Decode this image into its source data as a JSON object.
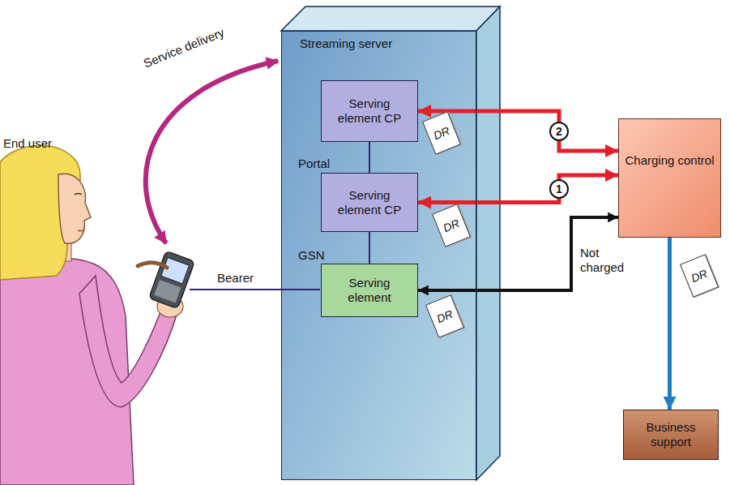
{
  "diagram": {
    "nodes": [
      {
        "text": [
          "Streaming server"
        ]
      },
      {
        "text": [
          "Serving element CP"
        ],
        "in": 0
      },
      {
        "text": [
          "Serving element CP"
        ],
        "in": 0
      },
      {
        "text": [
          "Serving element"
        ],
        "in": 0
      },
      {
        "text": [
          "Charging control"
        ]
      },
      {
        "text": [
          "Business support"
        ]
      },
      {
        "text": [
          "DR"
        ]
      },
      {
        "text": [
          "DR"
        ]
      },
      {
        "text": [
          "DR"
        ]
      },
      {
        "text": [
          "DR"
        ]
      }
    ],
    "edges": [
      {
        "from": 4,
        "to": 1,
        "arrow": "both",
        "label": "2"
      },
      {
        "from": 4,
        "to": 2,
        "arrow": "both",
        "label": "1"
      },
      {
        "from": 4,
        "to": 3,
        "arrow": "both",
        "label": "Not charged"
      },
      {
        "from": 4,
        "to": 5,
        "arrow": "to"
      },
      {
        "from": 1,
        "to": 2,
        "arrow": "none"
      },
      {
        "from": 2,
        "to": 3,
        "arrow": "none"
      }
    ],
    "labels": [
      "End user",
      "Service delivery",
      "Portal",
      "GSN",
      "Bearer"
    ]
  }
}
